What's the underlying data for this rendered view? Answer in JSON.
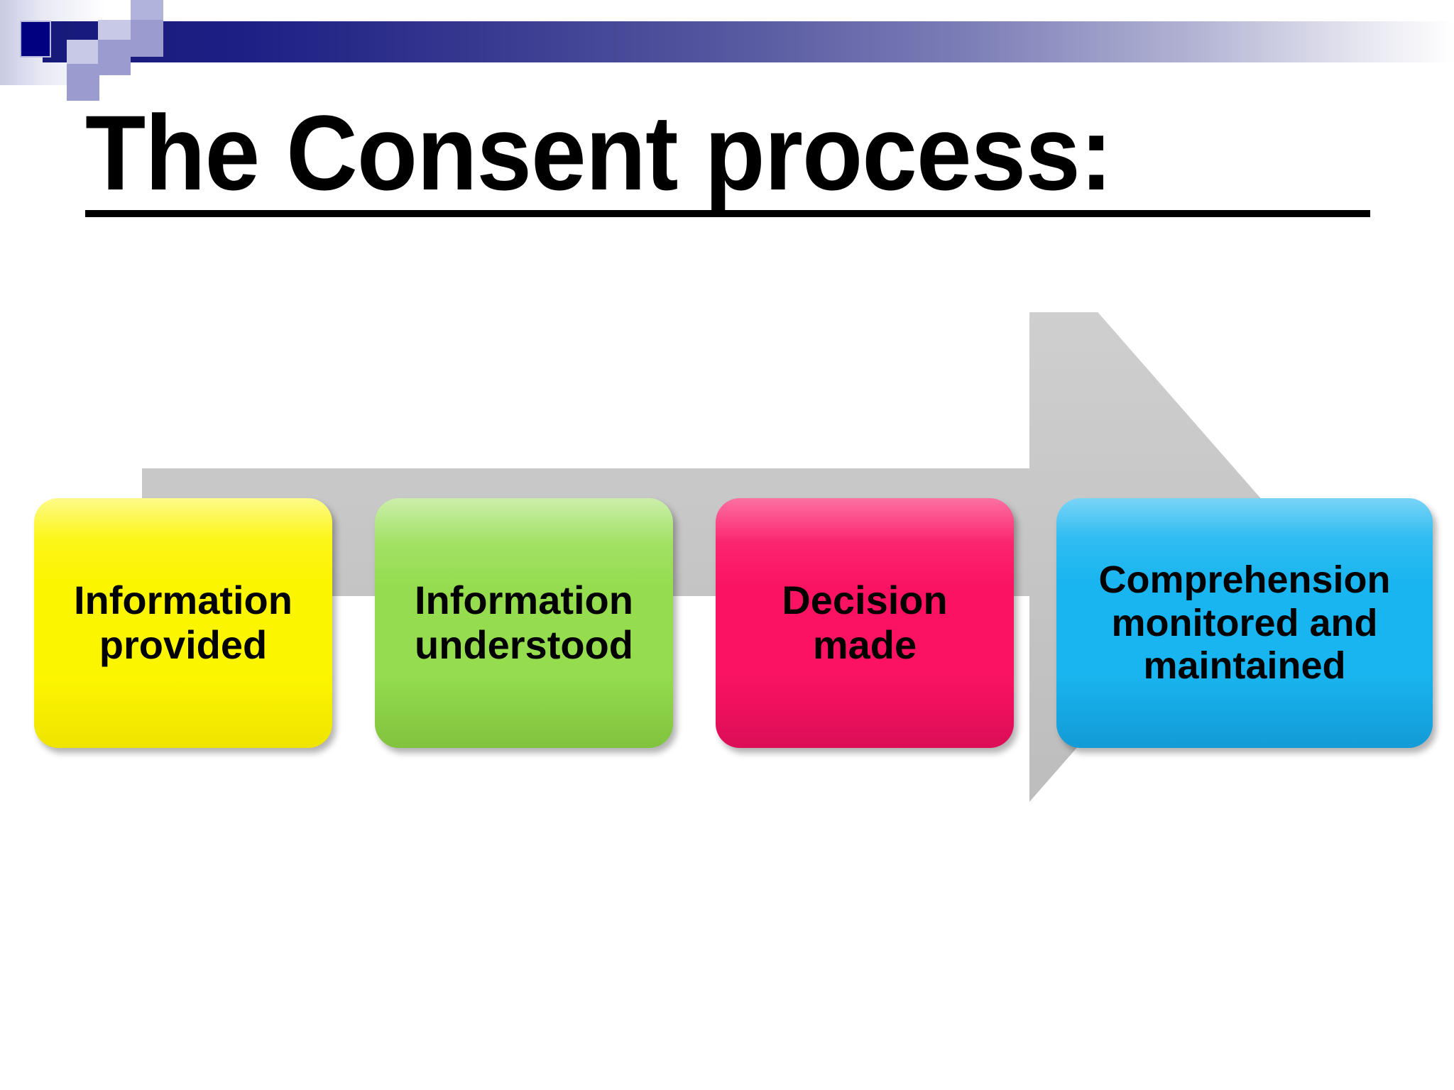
{
  "slide": {
    "background_color": "#ffffff",
    "title": "The Consent process:",
    "title_color": "#000000"
  },
  "header": {
    "band_gradient_start": "#181a7a",
    "band_gradient_end": "#ffffff",
    "accent_square_color": "#000080",
    "light_square_color": "#c8c9e6",
    "mid_square_color": "#9a9cd0"
  },
  "diagram": {
    "type": "process-arrow",
    "arrow_color": "#c9c9c9",
    "arrow_direction": "right",
    "steps": [
      {
        "index": 1,
        "label": "Information\nprovided",
        "line1": "Information",
        "line2": "provided",
        "color": "#fcf500",
        "color_name": "yellow"
      },
      {
        "index": 2,
        "label": "Information\nunderstood",
        "line1": "Information",
        "line2": "understood",
        "color": "#95dd4f",
        "color_name": "yellow-green"
      },
      {
        "index": 3,
        "label": "Decision\nmade",
        "line1": "Decision",
        "line2": "made",
        "color": "#fb1263",
        "color_name": "pink"
      },
      {
        "index": 4,
        "label": "Comprehension\nmonitored and\nmaintained",
        "line1": "Comprehension",
        "line2": "monitored and",
        "line3": "maintained",
        "color": "#19b5f0",
        "color_name": "cyan-blue"
      }
    ]
  }
}
